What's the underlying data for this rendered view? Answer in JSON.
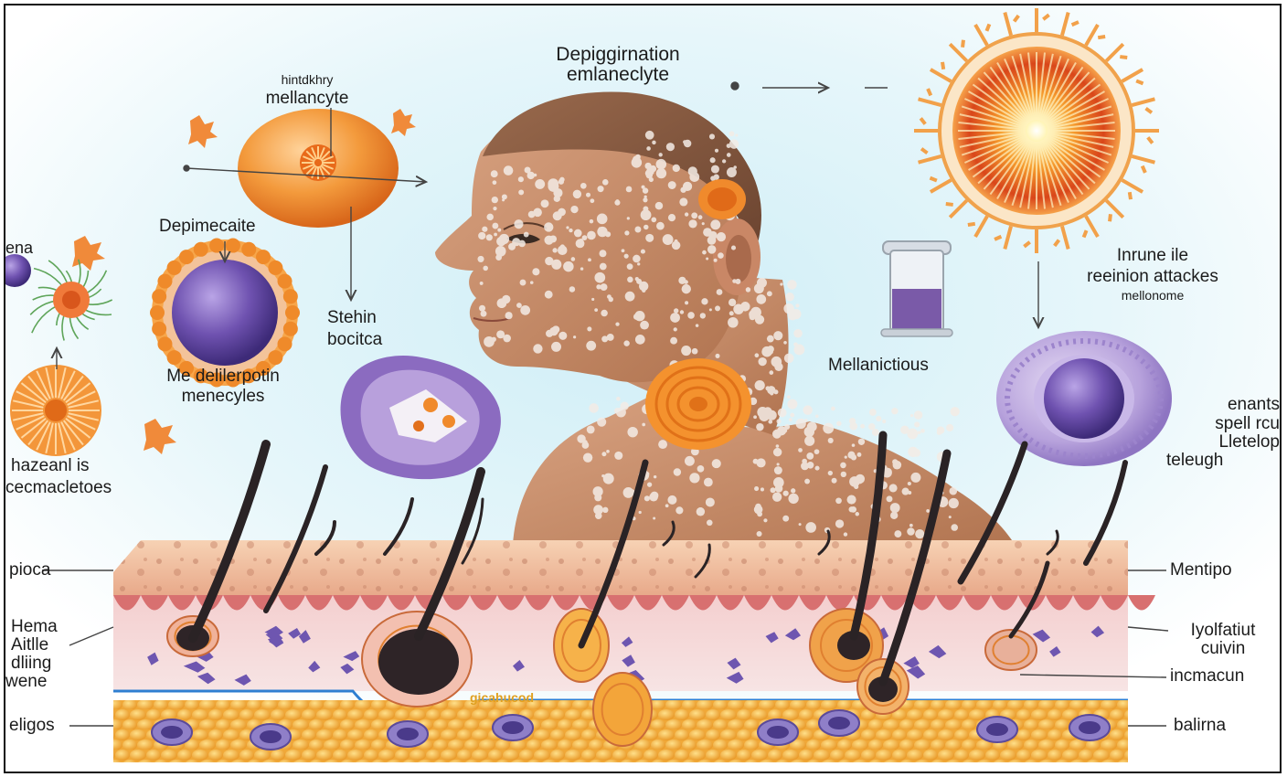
{
  "title": {
    "line1": "Depiggirnation",
    "line2": "emlaneclyte"
  },
  "labels": {
    "top_left_small": "hintdkhry",
    "top_left_main": "mellancyte",
    "depimecaite": "Depimecaite",
    "stehin_1": "Stehin",
    "stehin_2": "bocitca",
    "me_deli_1": "Me delilerpotin",
    "me_deli_2": "menecyles",
    "ena": "ena",
    "hazeanl_1": "hazeanl is",
    "hazeanl_2": "cecmacletoes",
    "mellanictious": "Mellanictious",
    "inrune_1": "Inrune ile",
    "inrune_2": "reeinion attackes",
    "inrune_3": "mellonome",
    "enants_1": "enants",
    "enants_2": "spell rcu",
    "enants_3": "Lletelop",
    "enants_4": "teleugh",
    "pioca": "pioca",
    "hema_1": "Hema",
    "hema_2": "Aitlle",
    "hema_3": "dliing",
    "hema_4": "wene",
    "eligos": "eligos",
    "mentipo": "Mentipo",
    "iyolfatiut_1": "Iyolfatiut",
    "iyolfatiut_2": "cuivin",
    "incmacun": "incmacun",
    "balirna": "balirna",
    "gicahucod": "gicahucod"
  },
  "colors": {
    "background_glow": "#d8f1f8",
    "skin": "#c98e6b",
    "melanocyte_orange": "#f08a2c",
    "cell_purple": "#7a5aa8",
    "dermis_pink": "#f2c9c6",
    "fat_yellow": "#f5b547",
    "hair": "#2a2325",
    "text": "#1b1b1b"
  }
}
